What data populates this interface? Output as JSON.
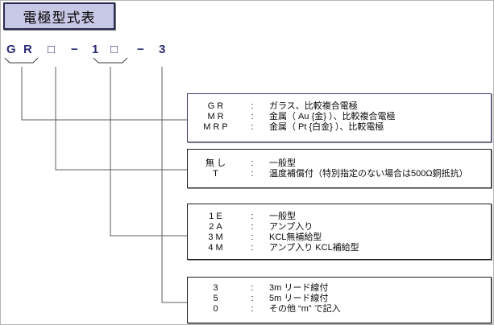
{
  "title": "電極型式表",
  "colon": ":",
  "code": {
    "chars": [
      "G",
      "R",
      "□",
      "−",
      "1",
      "□",
      "−",
      "3"
    ]
  },
  "boxes": [
    {
      "name": "electrode-series",
      "rows": [
        {
          "label": "GR",
          "desc": "ガラス、比較複合電極"
        },
        {
          "label": "MR",
          "desc": "金属（ Au {金} ）、比較複合電極"
        },
        {
          "label": "MRP",
          "desc": "金属（ Pt {白金} ）、比較電極"
        }
      ]
    },
    {
      "name": "temperature-compensation",
      "rows": [
        {
          "label": "無し",
          "desc": "一般型"
        },
        {
          "label": "T",
          "desc": "温度補償付（特別指定のない場合は500Ω銅抵抗）"
        }
      ]
    },
    {
      "name": "electrode-type",
      "rows": [
        {
          "label": "1E",
          "desc": "一般型"
        },
        {
          "label": "2A",
          "desc": "アンプ入り"
        },
        {
          "label": "3M",
          "desc": "KCL無補給型"
        },
        {
          "label": "4M",
          "desc": "アンプ入り  KCL補給型"
        }
      ]
    },
    {
      "name": "lead-wire-length",
      "rows": [
        {
          "label": "3",
          "desc": "3m リード線付"
        },
        {
          "label": "5",
          "desc": "5m リード線付"
        },
        {
          "label": "0",
          "desc": "その他 “m” で記入"
        }
      ]
    }
  ]
}
